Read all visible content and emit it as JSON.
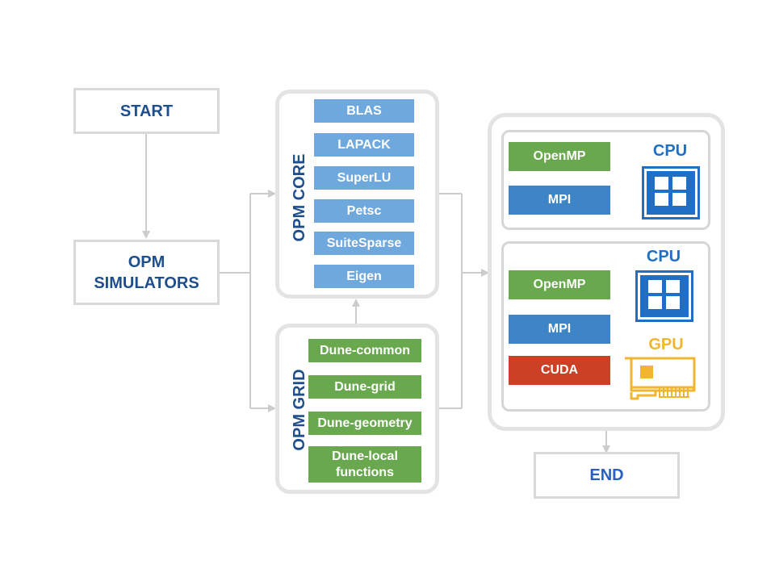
{
  "start": {
    "label": "START"
  },
  "simulators": {
    "label": "OPM\nSIMULATORS"
  },
  "opm_core": {
    "title": "OPM CORE",
    "libs": [
      "BLAS",
      "LAPACK",
      "SuperLU",
      "Petsc",
      "SuiteSparse",
      "Eigen"
    ]
  },
  "opm_grid": {
    "title": "OPM GRID",
    "libs": [
      "Dune-common",
      "Dune-grid",
      "Dune-geometry",
      "Dune-local\nfunctions"
    ]
  },
  "hardware_top": {
    "libs": [
      "OpenMP",
      "MPI"
    ],
    "cpu_label": "CPU"
  },
  "hardware_bottom": {
    "libs": [
      "OpenMP",
      "MPI",
      "CUDA"
    ],
    "cpu_label": "CPU",
    "gpu_label": "GPU"
  },
  "end": {
    "label": "END"
  },
  "colors": {
    "dark_blue": "#1f4e8c",
    "lib_blue": "#6fa8dc",
    "lib_green": "#6aa84f",
    "mpi_blue": "#3d85c6",
    "cuda_red": "#cc4125",
    "cpu_blue": "#1f6fc5",
    "gpu_gold": "#f1b630",
    "end_blue": "#2a5fbf",
    "connector_gray": "#cccccc"
  },
  "icons": [
    "cpu-chip-icon",
    "cpu-chip-icon",
    "gpu-card-icon"
  ]
}
